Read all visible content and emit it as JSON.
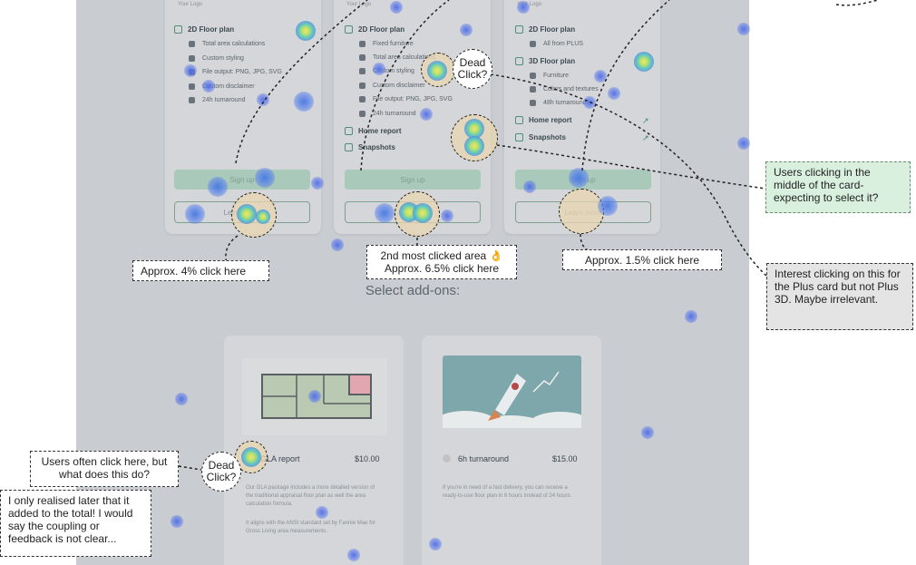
{
  "cards": [
    {
      "logo": "Your Logo",
      "section1": "2D Floor plan",
      "features": [
        "Total area calculations",
        "Custom styling",
        "File output: PNG, JPG, SVG",
        "Custom disclaimer",
        "24h turnaround"
      ],
      "sign_up": "Sign up",
      "learn_more": "Learn more"
    },
    {
      "logo": "Your Logo",
      "section1": "2D Floor plan",
      "features": [
        "Fixed furniture",
        "Total area calculations",
        "Custom styling",
        "Custom disclaimer",
        "File output: PNG, JPG, SVG",
        "24h turnaround"
      ],
      "section2": "Home report",
      "section3": "Snapshots",
      "sign_up": "Sign up",
      "learn_more": "Learn more"
    },
    {
      "logo": "Your Logo",
      "section1": "2D Floor plan",
      "features1": [
        "All from PLUS"
      ],
      "section2": "3D Floor plan",
      "features2": [
        "Furniture",
        "Colors and textures",
        "48h turnaround"
      ],
      "section3": "Home report",
      "section4": "Snapshots",
      "sign_up": "Sign up",
      "learn_more": "Learn more"
    }
  ],
  "addons_heading": "Select add-ons:",
  "addons": [
    {
      "title": "GLA report",
      "price": "$10.00",
      "desc": "Our GLA package includes a more detailed version of the traditional appraisal floor plan as well the area calculation formula.",
      "desc2": "It aligns with the ANSI standard set by Fannie Mae for Gross Living area measurements."
    },
    {
      "title": "6h turnaround",
      "price": "$15.00",
      "desc": "If you're in need of a fast delivery, you can receive a ready-to-use floor plan in 6 hours instead of 24 hours."
    }
  ],
  "annotations": {
    "dead_click": "Dead Click?",
    "approx_4": "Approx. 4% click here",
    "second_most_line1": "2nd most clicked area 👌",
    "second_most_line2": "Approx. 6.5% click here",
    "approx_15": "Approx. 1.5% click here",
    "middle_card": "Users clicking in the middle of the card- expecting to select it?",
    "plus_card": "Interest clicking on this for the Plus card but not Plus 3D. Maybe irrelevant.",
    "users_often": "Users often click here, but what does this do?",
    "realised_later": "I only realised later that it added to the total! I would say the coupling or feedback is not clear..."
  },
  "colors": {
    "page_overlay": "#c9ccd0",
    "card": "#d4d6d9",
    "accent_green": "#4f8f73",
    "note_green": "#d9f0df",
    "heat_hot": "#f3e36a",
    "heat_cold": "#5a78eb"
  },
  "icons": [
    "grid-icon",
    "external-link-icon",
    "rocket-icon",
    "checkbox-icon"
  ]
}
